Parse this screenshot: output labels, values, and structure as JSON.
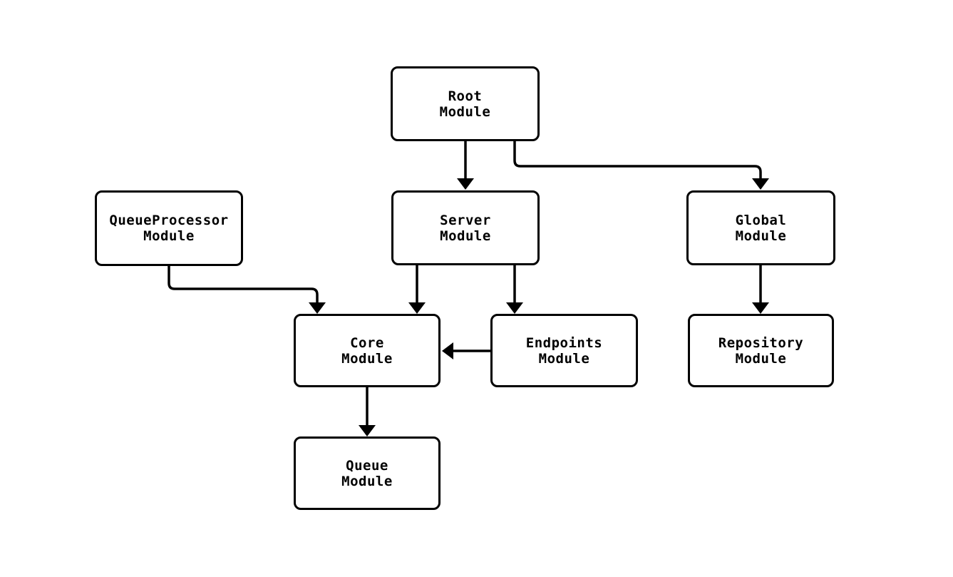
{
  "diagram": {
    "type": "module-dependency-flowchart",
    "colors": {
      "background": "#ffffff",
      "node_fill": "#ffffff",
      "node_stroke": "#000000",
      "text": "#000000",
      "edge": "#000000"
    },
    "nodes": {
      "root": {
        "line1": "Root",
        "line2": "Module"
      },
      "queue_processor": {
        "line1": "QueueProcessor",
        "line2": "Module"
      },
      "server": {
        "line1": "Server",
        "line2": "Module"
      },
      "global": {
        "line1": "Global",
        "line2": "Module"
      },
      "core": {
        "line1": "Core",
        "line2": "Module"
      },
      "endpoints": {
        "line1": "Endpoints",
        "line2": "Module"
      },
      "repository": {
        "line1": "Repository",
        "line2": "Module"
      },
      "queue": {
        "line1": "Queue",
        "line2": "Module"
      }
    },
    "edges": [
      {
        "from": "Root Module",
        "to": "Server Module"
      },
      {
        "from": "Root Module",
        "to": "Global Module"
      },
      {
        "from": "QueueProcessor Module",
        "to": "Core Module"
      },
      {
        "from": "Server Module",
        "to": "Core Module"
      },
      {
        "from": "Server Module",
        "to": "Endpoints Module"
      },
      {
        "from": "Endpoints Module",
        "to": "Core Module"
      },
      {
        "from": "Core Module",
        "to": "Queue Module"
      },
      {
        "from": "Global Module",
        "to": "Repository Module"
      }
    ]
  }
}
